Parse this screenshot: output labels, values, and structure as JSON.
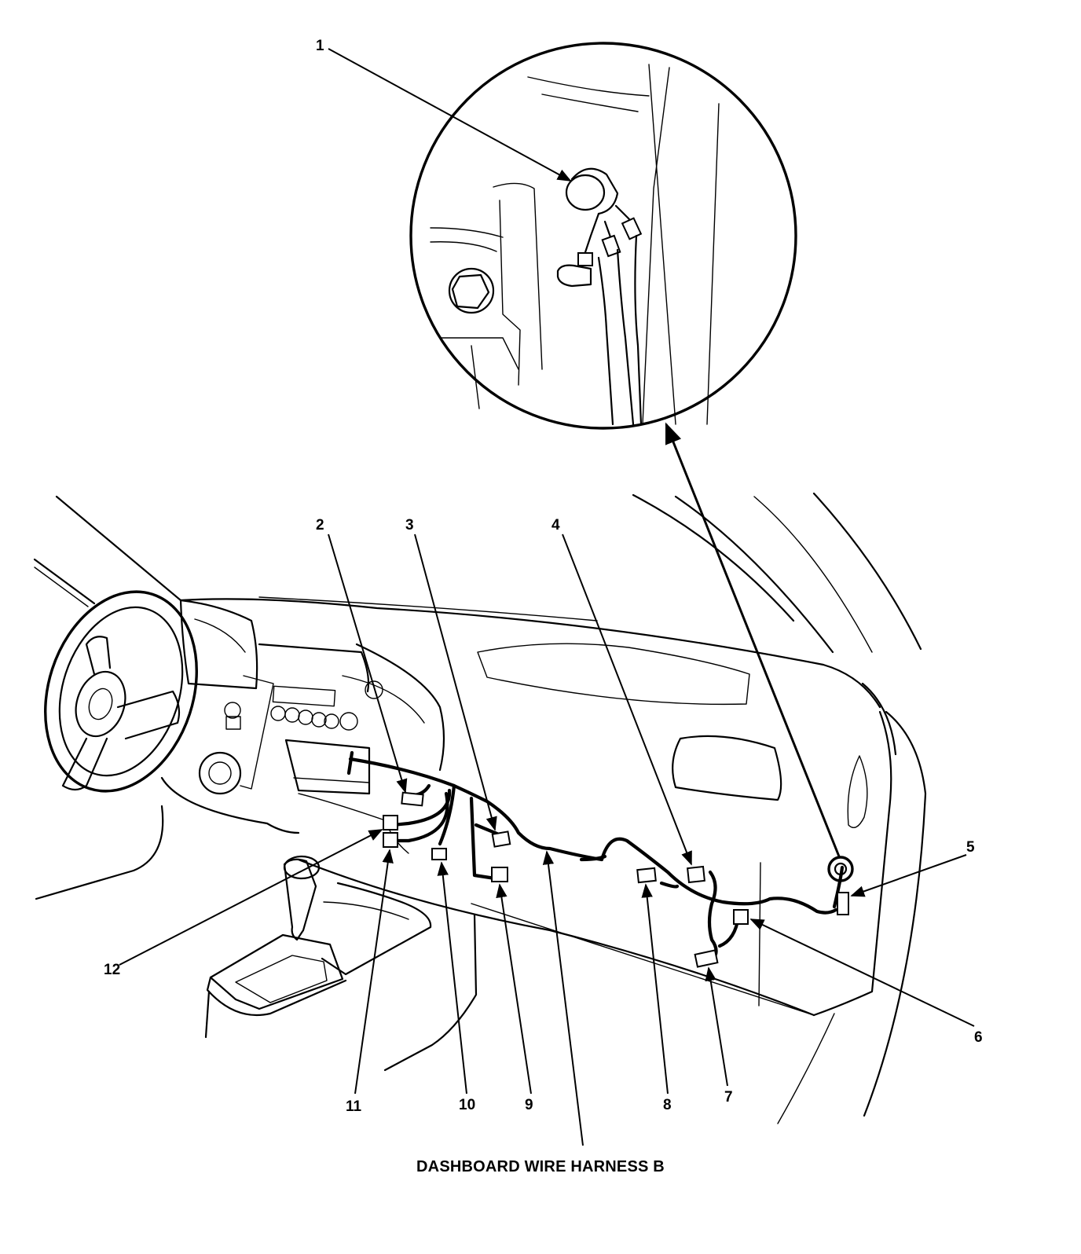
{
  "caption": "DASHBOARD WIRE HARNESS B",
  "callouts": [
    {
      "id": "1",
      "label": "1"
    },
    {
      "id": "2",
      "label": "2"
    },
    {
      "id": "3",
      "label": "3"
    },
    {
      "id": "4",
      "label": "4"
    },
    {
      "id": "5",
      "label": "5"
    },
    {
      "id": "6",
      "label": "6"
    },
    {
      "id": "7",
      "label": "7"
    },
    {
      "id": "8",
      "label": "8"
    },
    {
      "id": "9",
      "label": "9"
    },
    {
      "id": "10",
      "label": "10"
    },
    {
      "id": "11",
      "label": "11"
    },
    {
      "id": "12",
      "label": "12"
    }
  ],
  "colors": {
    "ink": "#000000",
    "background": "#ffffff"
  }
}
